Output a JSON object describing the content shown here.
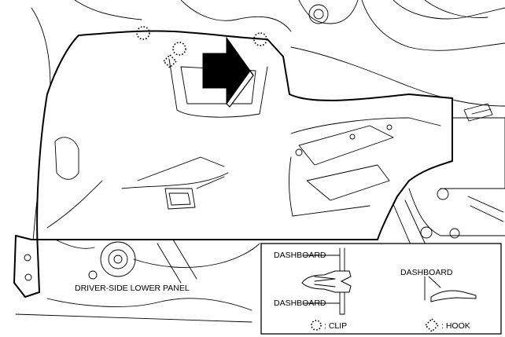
{
  "labels": {
    "panel": "DRIVER-SIDE LOWER PANEL",
    "dashboard_top": "DASHBOARD",
    "dashboard_bottom": "DASHBOARD",
    "dashboard_right": "DASHBOARD"
  },
  "legend": {
    "clip_label": ": CLIP",
    "hook_label": ": HOOK"
  }
}
